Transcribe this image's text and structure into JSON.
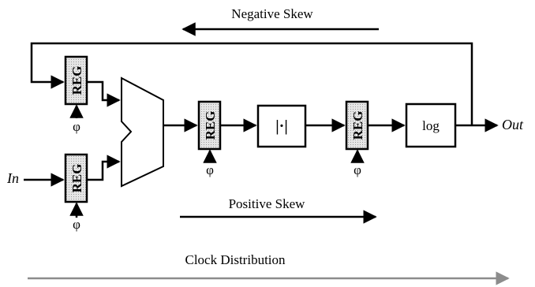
{
  "labels": {
    "negative_skew": "Negative Skew",
    "positive_skew": "Positive Skew",
    "clock_distribution": "Clock Distribution",
    "input": "In",
    "output": "Out"
  },
  "blocks": {
    "register": "REG",
    "abs": "|·|",
    "log": "log",
    "clock_symbol": "φ"
  },
  "colors": {
    "line": "#000000",
    "register_fill": "#d9d9d9",
    "clock_distribution_arrow": "#8c8c8c"
  }
}
